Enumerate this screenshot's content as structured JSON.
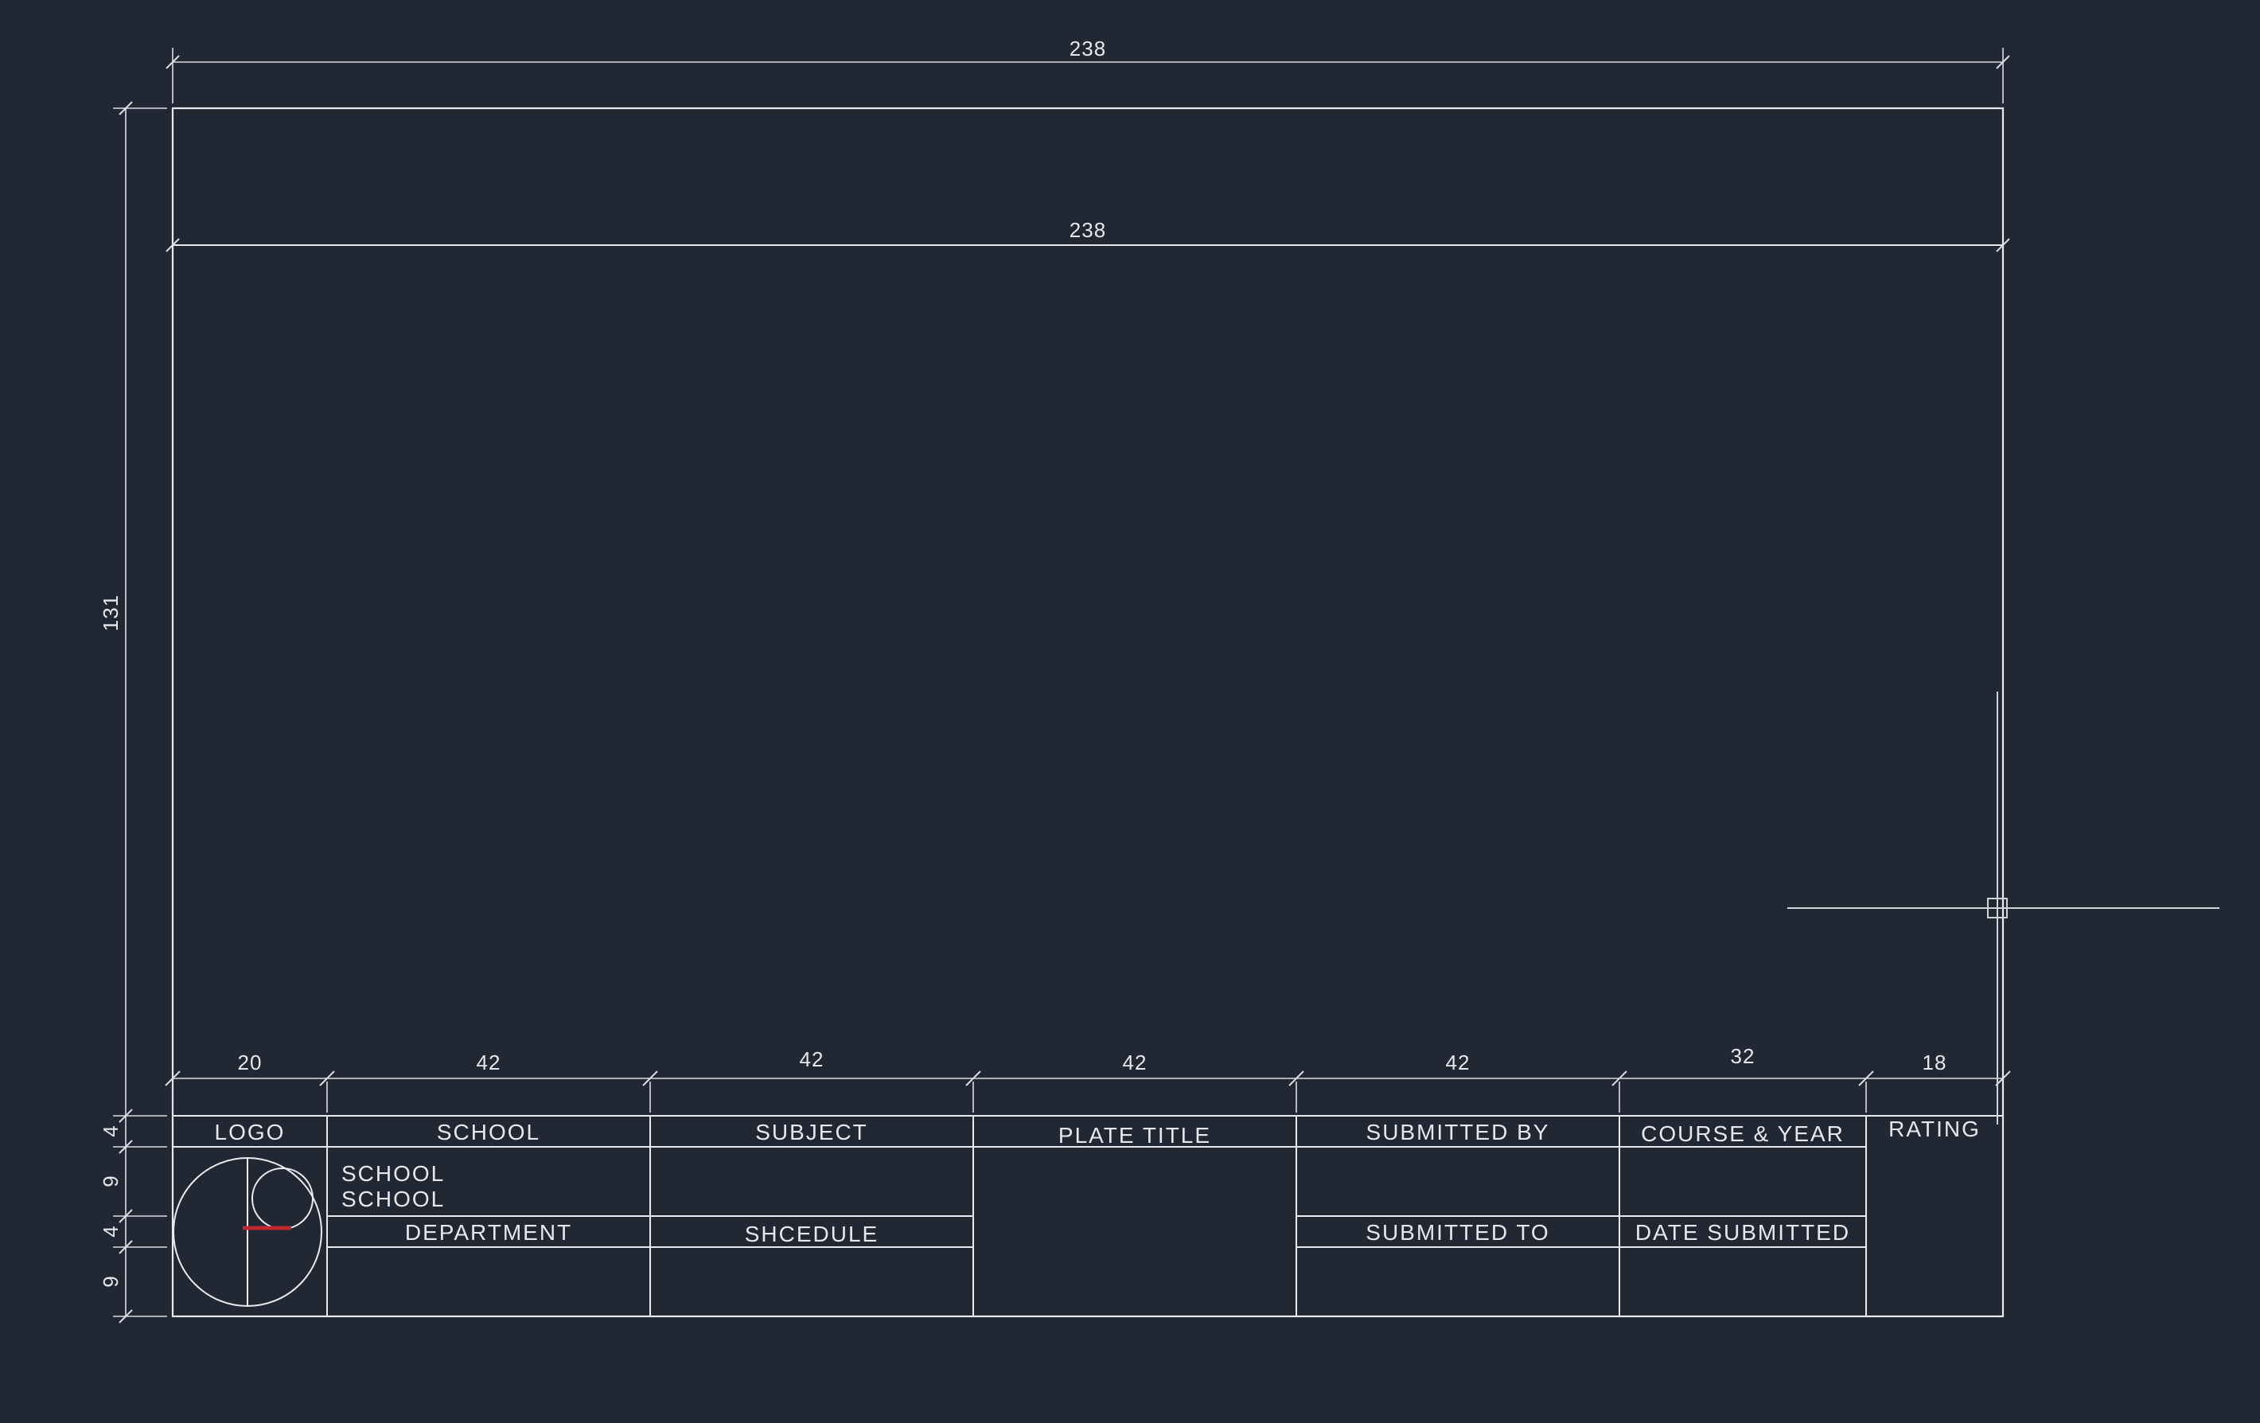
{
  "colors": {
    "background": "#212733",
    "line": "#e8ecf1",
    "dimension_line": "#d9dee5",
    "text": "#e4e9ee",
    "accent_red": "#c0282d"
  },
  "dimensions": {
    "top_width": "238",
    "inner_width": "238",
    "left_height": "131",
    "column_widths": [
      "20",
      "42",
      "42",
      "42",
      "42",
      "32",
      "18"
    ],
    "row_heights": [
      "4",
      "9",
      "4",
      "9"
    ]
  },
  "title_block": {
    "headers": [
      "LOGO",
      "SCHOOL",
      "SUBJECT",
      "PLATE TITLE",
      "SUBMITTED BY",
      "COURSE & YEAR",
      "RATING"
    ],
    "school_cell": {
      "line1": "SCHOOL",
      "line2": "SCHOOL",
      "row3": "DEPARTMENT"
    },
    "subject_cell": {
      "row3": "SHCEDULE"
    },
    "submitted_cell": {
      "row3": "SUBMITTED TO"
    },
    "course_cell": {
      "row3": "DATE SUBMITTED"
    }
  }
}
